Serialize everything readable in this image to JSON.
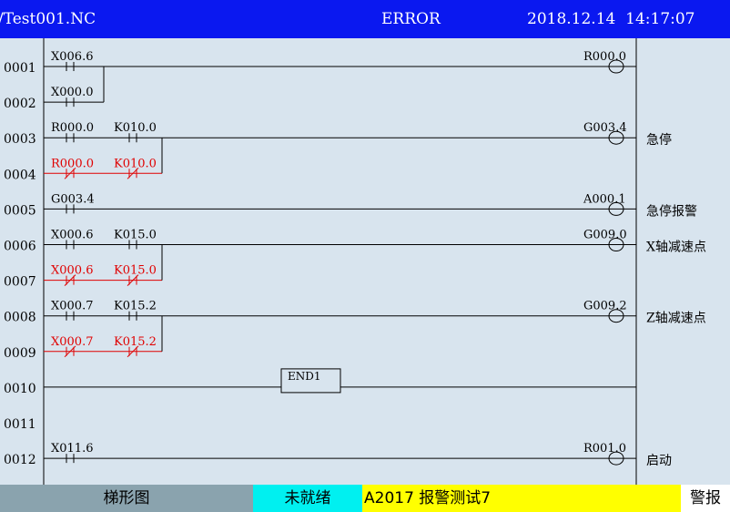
{
  "header": {
    "program": "/Test001.NC",
    "status": "ERROR",
    "datetime": "2018.12.14  14:17:07"
  },
  "colors": {
    "titlebar_bg": "#0a18f0",
    "screen_bg": "#d8e4ee",
    "ladder_line": "#000000",
    "inactive_contact": "#e00000",
    "mode_bg": "#8aa3ae",
    "ready_bg": "#00f0f0",
    "alarm_bg": "#ffff00"
  },
  "lines": [
    {
      "num": "0001"
    },
    {
      "num": "0002"
    },
    {
      "num": "0003"
    },
    {
      "num": "0004"
    },
    {
      "num": "0005"
    },
    {
      "num": "0006"
    },
    {
      "num": "0007"
    },
    {
      "num": "0008"
    },
    {
      "num": "0009"
    },
    {
      "num": "0010"
    },
    {
      "num": "0011"
    },
    {
      "num": "0012"
    }
  ],
  "rungs": [
    {
      "row": 0,
      "contacts": [
        {
          "addr": "X006.6",
          "col": 0,
          "row": 0,
          "nc": false,
          "red": false
        },
        {
          "addr": "X000.0",
          "col": 0,
          "row": 1,
          "nc": false,
          "red": false
        }
      ],
      "branch_col": 1,
      "branch_rows": 1,
      "coil": "R000.0",
      "comment": ""
    },
    {
      "row": 2,
      "contacts": [
        {
          "addr": "R000.0",
          "col": 0,
          "row": 0,
          "nc": false,
          "red": false
        },
        {
          "addr": "K010.0",
          "col": 1,
          "row": 0,
          "nc": false,
          "red": false
        },
        {
          "addr": "R000.0",
          "col": 0,
          "row": 1,
          "nc": true,
          "red": true
        },
        {
          "addr": "K010.0",
          "col": 1,
          "row": 1,
          "nc": true,
          "red": true
        }
      ],
      "branch_col": 2,
      "branch_rows": 1,
      "coil": "G003.4",
      "comment": "急停"
    },
    {
      "row": 4,
      "contacts": [
        {
          "addr": "G003.4",
          "col": 0,
          "row": 0,
          "nc": false,
          "red": false
        }
      ],
      "branch_col": 0,
      "branch_rows": 0,
      "coil": "A000.1",
      "comment": "急停报警"
    },
    {
      "row": 5,
      "contacts": [
        {
          "addr": "X000.6",
          "col": 0,
          "row": 0,
          "nc": false,
          "red": false
        },
        {
          "addr": "K015.0",
          "col": 1,
          "row": 0,
          "nc": false,
          "red": false
        },
        {
          "addr": "X000.6",
          "col": 0,
          "row": 1,
          "nc": true,
          "red": true
        },
        {
          "addr": "K015.0",
          "col": 1,
          "row": 1,
          "nc": true,
          "red": true
        }
      ],
      "branch_col": 2,
      "branch_rows": 1,
      "coil": "G009.0",
      "comment": "X轴减速点"
    },
    {
      "row": 7,
      "contacts": [
        {
          "addr": "X000.7",
          "col": 0,
          "row": 0,
          "nc": false,
          "red": false
        },
        {
          "addr": "K015.2",
          "col": 1,
          "row": 0,
          "nc": false,
          "red": false
        },
        {
          "addr": "X000.7",
          "col": 0,
          "row": 1,
          "nc": true,
          "red": true
        },
        {
          "addr": "K015.2",
          "col": 1,
          "row": 1,
          "nc": true,
          "red": true
        }
      ],
      "branch_col": 2,
      "branch_rows": 1,
      "coil": "G009.2",
      "comment": "Z轴减速点"
    },
    {
      "row": 9,
      "contacts": [],
      "branch_col": 0,
      "branch_rows": 0,
      "coil": "",
      "end_label": "END1",
      "comment": ""
    },
    {
      "row": 11,
      "contacts": [
        {
          "addr": "X011.6",
          "col": 0,
          "row": 0,
          "nc": false,
          "red": false
        }
      ],
      "branch_col": 0,
      "branch_rows": 0,
      "coil": "R001.0",
      "comment": "启动"
    }
  ],
  "statusbar": {
    "mode": "梯形图",
    "ready_state": "未就绪",
    "alarm_message": "A2017 报警测试7",
    "alarm_label": "警报"
  }
}
